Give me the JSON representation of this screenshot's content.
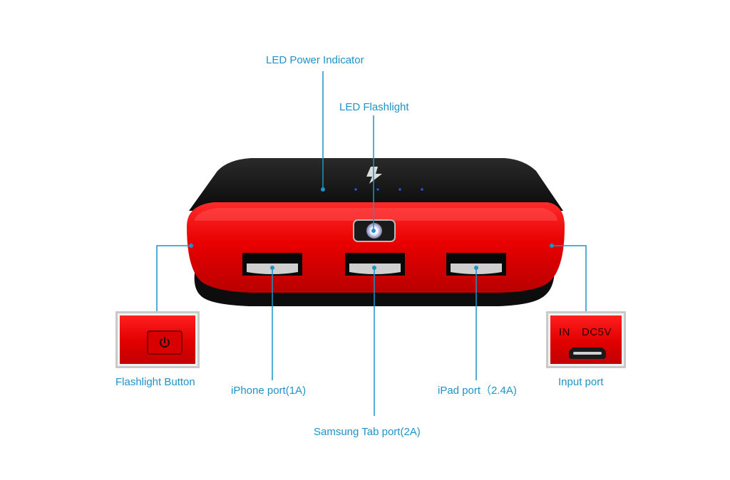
{
  "labels": {
    "led_power_indicator": "LED Power Indicator",
    "led_flashlight": "LED Flashlight",
    "flashlight_button": "Flashlight Button",
    "iphone_port": "iPhone port(1A)",
    "samsung_tab_port": "Samsung Tab port(2A)",
    "ipad_port": "iPad port（2.4A)",
    "input_port": "Input port"
  },
  "input_port_inset": {
    "marking_in": "IN",
    "marking_dc": "DC5V"
  },
  "icons": {
    "flashlight_button": "power-icon",
    "input_port": "micro-usb-port-icon",
    "led": "flashlight-led-icon"
  },
  "colors": {
    "callout_line": "#1f93c7",
    "label_text": "#1f93c7",
    "device_red": "#e60000",
    "device_black": "#111111"
  }
}
